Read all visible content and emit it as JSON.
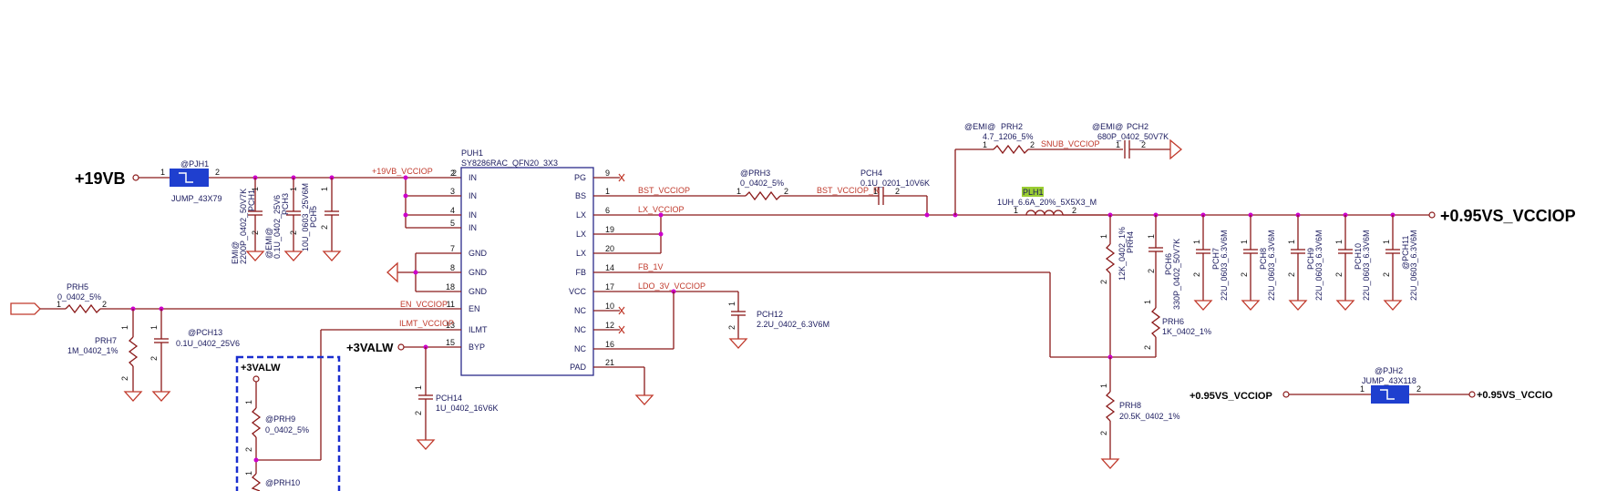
{
  "rails": {
    "vin": "+19VB",
    "vout": "+0.95VS_VCCIOP",
    "aux1": "+3VALW",
    "aux2": "+3VALW",
    "jump_in": "+0.95VS_VCCIOP",
    "jump_out": "+0.95VS_VCCIO"
  },
  "ic": {
    "ref": "PUH1",
    "part": "SY8286RAC_QFN20_3X3",
    "left_pins": [
      {
        "num": "2",
        "name": "IN"
      },
      {
        "num": "3",
        "name": "IN"
      },
      {
        "num": "4",
        "name": "IN"
      },
      {
        "num": "5",
        "name": "IN"
      },
      {
        "num": "7",
        "name": "GND"
      },
      {
        "num": "8",
        "name": "GND"
      },
      {
        "num": "18",
        "name": "GND"
      },
      {
        "num": "11",
        "name": "EN"
      },
      {
        "num": "13",
        "name": "ILMT"
      },
      {
        "num": "15",
        "name": "BYP"
      }
    ],
    "right_pins": [
      {
        "num": "9",
        "name": "PG"
      },
      {
        "num": "1",
        "name": "BS"
      },
      {
        "num": "6",
        "name": "LX"
      },
      {
        "num": "19",
        "name": "LX"
      },
      {
        "num": "20",
        "name": "LX"
      },
      {
        "num": "14",
        "name": "FB"
      },
      {
        "num": "17",
        "name": "VCC"
      },
      {
        "num": "10",
        "name": "NC"
      },
      {
        "num": "12",
        "name": "NC"
      },
      {
        "num": "16",
        "name": "NC"
      },
      {
        "num": "21",
        "name": "PAD"
      }
    ]
  },
  "nets": {
    "vin": "+19VB_VCCIOP",
    "bst": "BST_VCCIOP",
    "bst_r": "BST_VCCIOP_R",
    "lx": "LX_VCCIOP",
    "fb": "FB_1V",
    "ldo": "LDO_3V_VCCIOP",
    "en": "EN_VCCIOP",
    "ilmt": "ILMT_VCCIOP",
    "snub": "SNUB_VCCIOP"
  },
  "parts": {
    "pjh1": {
      "ref": "@PJH1",
      "val": "JUMP_43X79"
    },
    "pch1": {
      "ref": "PCH1",
      "tag": "EMI@",
      "val": "2200P_0402_50V7K"
    },
    "pch3": {
      "ref": "PCH3",
      "tag": "@EMI@",
      "val": "0.1U_0402_25V6"
    },
    "pch5": {
      "ref": "PCH5",
      "val": "10U_0603_25V6M"
    },
    "prh5": {
      "ref": "PRH5",
      "val": "0_0402_5%"
    },
    "prh7": {
      "ref": "PRH7",
      "val": "1M_0402_1%"
    },
    "pch13": {
      "ref": "@PCH13",
      "val": "0.1U_0402_25V6"
    },
    "prh9": {
      "ref": "@PRH9",
      "val": "0_0402_5%"
    },
    "prh10": {
      "ref": "@PRH10"
    },
    "pch14": {
      "ref": "PCH14",
      "val": "1U_0402_16V6K"
    },
    "prh3": {
      "ref": "@PRH3",
      "val": "0_0402_5%"
    },
    "pch4": {
      "ref": "PCH4",
      "val": "0.1U_0201_10V6K"
    },
    "prh2": {
      "ref": "PRH2",
      "tag": "@EMI@",
      "val": "4.7_1206_5%"
    },
    "pch2": {
      "ref": "PCH2",
      "tag": "@EMI@",
      "val": "680P_0402_50V7K"
    },
    "plh1": {
      "ref": "PLH1",
      "val": "1UH_6.6A_20%_5X5X3_M"
    },
    "pch12": {
      "ref": "PCH12",
      "val": "2.2U_0402_6.3V6M"
    },
    "prh4": {
      "ref": "PRH4",
      "val": "12K_0402_1%"
    },
    "pch6": {
      "ref": "PCH6",
      "val": "330P_0402_50V7K"
    },
    "pch7": {
      "ref": "PCH7",
      "val": "22U_0603_6.3V6M"
    },
    "pch8": {
      "ref": "PCH8",
      "val": "22U_0603_6.3V6M"
    },
    "pch9": {
      "ref": "PCH9",
      "val": "22U_0603_6.3V6M"
    },
    "pch10": {
      "ref": "PCH10",
      "val": "22U_0603_6.3V6M"
    },
    "pch11": {
      "ref": "@PCH11",
      "val": "22U_0603_6.3V6M"
    },
    "prh6": {
      "ref": "PRH6",
      "val": "1K_0402_1%"
    },
    "prh8": {
      "ref": "PRH8",
      "val": "20.5K_0402_1%"
    },
    "pjh2": {
      "ref": "@PJH2",
      "val": "JUMP_43X118"
    }
  },
  "pins": {
    "one": "1",
    "two": "2"
  },
  "colors": {
    "wire": "#8b1a1a",
    "net_label": "#c0392b",
    "text": "#1a1a5e",
    "junction": "#cc00cc",
    "jumper": "#1f3fcf",
    "highlight": "#9acd32",
    "dashed_box": "#1a2ecf"
  }
}
